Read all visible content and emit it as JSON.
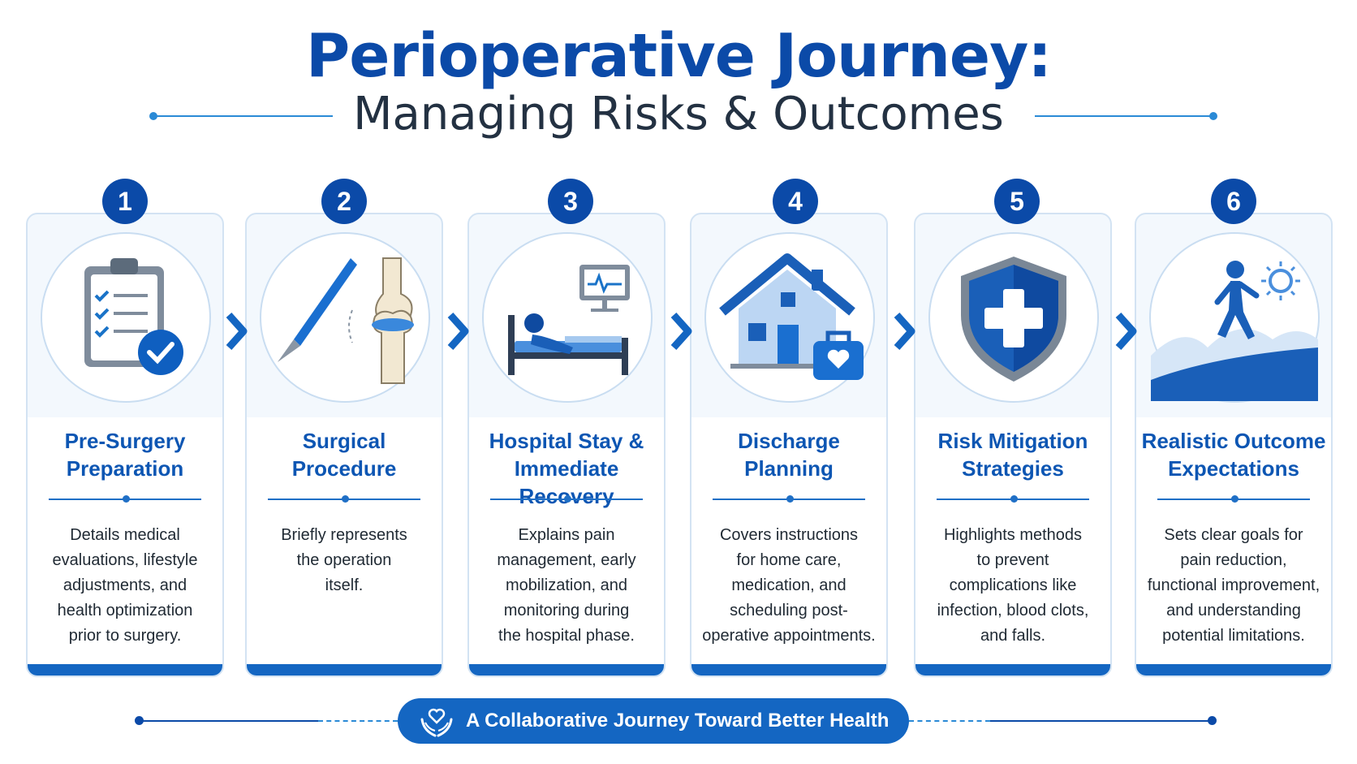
{
  "header": {
    "title": "Perioperative Journey:",
    "subtitle": "Managing Risks & Outcomes"
  },
  "steps": [
    {
      "number": "1",
      "title_line1": "Pre-Surgery",
      "title_line2": "Preparation",
      "desc": [
        "Details medical",
        "evaluations, lifestyle",
        "adjustments, and",
        "health optimization",
        "prior to surgery."
      ],
      "icon": "clipboard-checklist-icon"
    },
    {
      "number": "2",
      "title_line1": "Surgical",
      "title_line2": "Procedure",
      "desc": [
        "Briefly represents",
        "the operation",
        "itself."
      ],
      "icon": "scalpel-knee-joint-icon"
    },
    {
      "number": "3",
      "title_line1": "Hospital Stay &",
      "title_line2": "Immediate Recovery",
      "desc": [
        "Explains pain",
        "management, early",
        "mobilization, and",
        "monitoring during",
        "the hospital phase."
      ],
      "icon": "hospital-bed-monitor-icon"
    },
    {
      "number": "4",
      "title_line1": "Discharge",
      "title_line2": "Planning",
      "desc": [
        "Covers instructions",
        "for home care,",
        "medication, and",
        "scheduling post-",
        "operative appointments."
      ],
      "icon": "house-medical-bag-icon"
    },
    {
      "number": "5",
      "title_line1": "Risk Mitigation",
      "title_line2": "Strategies",
      "desc": [
        "Highlights methods",
        "to prevent",
        "complications like",
        "infection, blood clots,",
        "and falls."
      ],
      "icon": "shield-cross-icon"
    },
    {
      "number": "6",
      "title_line1": "Realistic Outcome",
      "title_line2": "Expectations",
      "desc": [
        "Sets clear goals for",
        "pain reduction,",
        "functional improvement,",
        "and understanding",
        "potential limitations."
      ],
      "icon": "walking-person-sun-icon"
    }
  ],
  "footer": {
    "text": "A Collaborative Journey Toward Better Health",
    "icon": "hands-heart-icon"
  },
  "colors": {
    "primary": "#0b4aa8",
    "accent": "#1466c2",
    "light": "#f3f8fd"
  }
}
